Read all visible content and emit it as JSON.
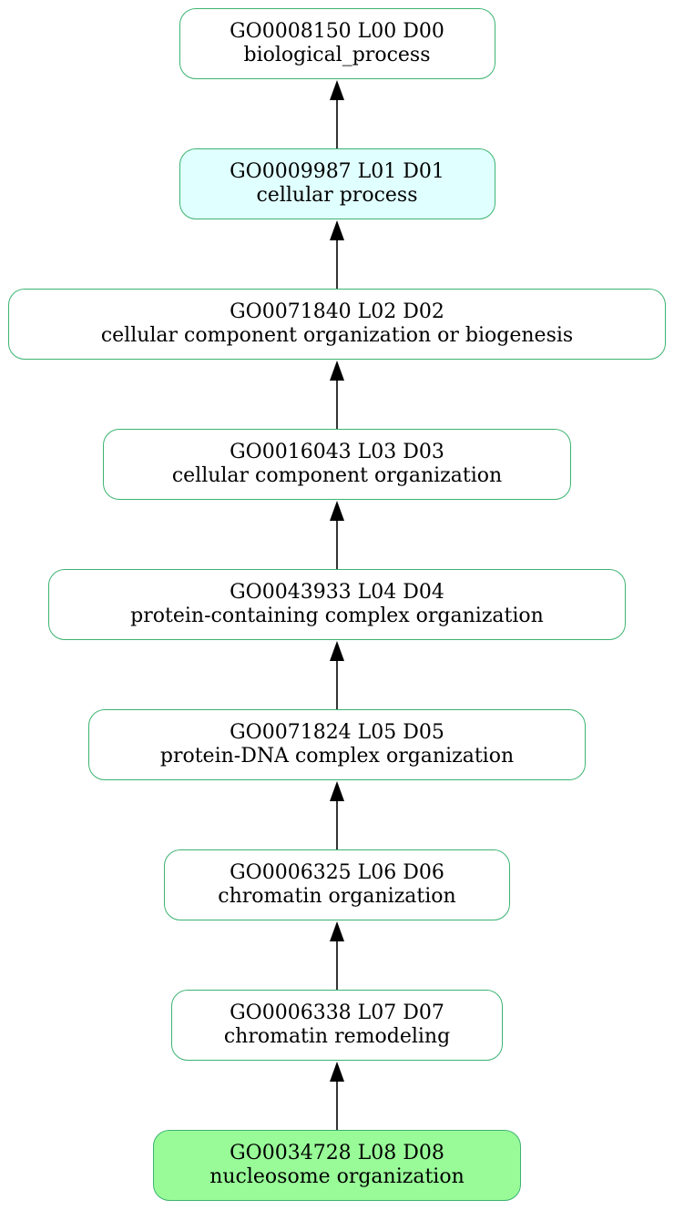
{
  "graph": {
    "edge_direction": "child-to-parent",
    "node_border_color": "#3cb371",
    "edge_color": "#000000",
    "nodes": [
      {
        "key": "n0",
        "id_line": "GO0008150 L00 D00",
        "name": "biological_process",
        "fill": "#ffffff"
      },
      {
        "key": "n1",
        "id_line": "GO0009987 L01 D01",
        "name": "cellular process",
        "fill": "#e0ffff"
      },
      {
        "key": "n2",
        "id_line": "GO0071840 L02 D02",
        "name": "cellular component organization or biogenesis",
        "fill": "#ffffff"
      },
      {
        "key": "n3",
        "id_line": "GO0016043 L03 D03",
        "name": "cellular component organization",
        "fill": "#ffffff"
      },
      {
        "key": "n4",
        "id_line": "GO0043933 L04 D04",
        "name": "protein-containing complex organization",
        "fill": "#ffffff"
      },
      {
        "key": "n5",
        "id_line": "GO0071824 L05 D05",
        "name": "protein-DNA complex organization",
        "fill": "#ffffff"
      },
      {
        "key": "n6",
        "id_line": "GO0006325 L06 D06",
        "name": "chromatin organization",
        "fill": "#ffffff"
      },
      {
        "key": "n7",
        "id_line": "GO0006338 L07 D07",
        "name": "chromatin remodeling",
        "fill": "#ffffff"
      },
      {
        "key": "n8",
        "id_line": "GO0034728 L08 D08",
        "name": "nucleosome organization",
        "fill": "#98fb98"
      }
    ],
    "edges": [
      {
        "from": "n1",
        "to": "n0"
      },
      {
        "from": "n2",
        "to": "n1"
      },
      {
        "from": "n3",
        "to": "n2"
      },
      {
        "from": "n4",
        "to": "n3"
      },
      {
        "from": "n5",
        "to": "n4"
      },
      {
        "from": "n6",
        "to": "n5"
      },
      {
        "from": "n7",
        "to": "n6"
      },
      {
        "from": "n8",
        "to": "n7"
      }
    ]
  }
}
